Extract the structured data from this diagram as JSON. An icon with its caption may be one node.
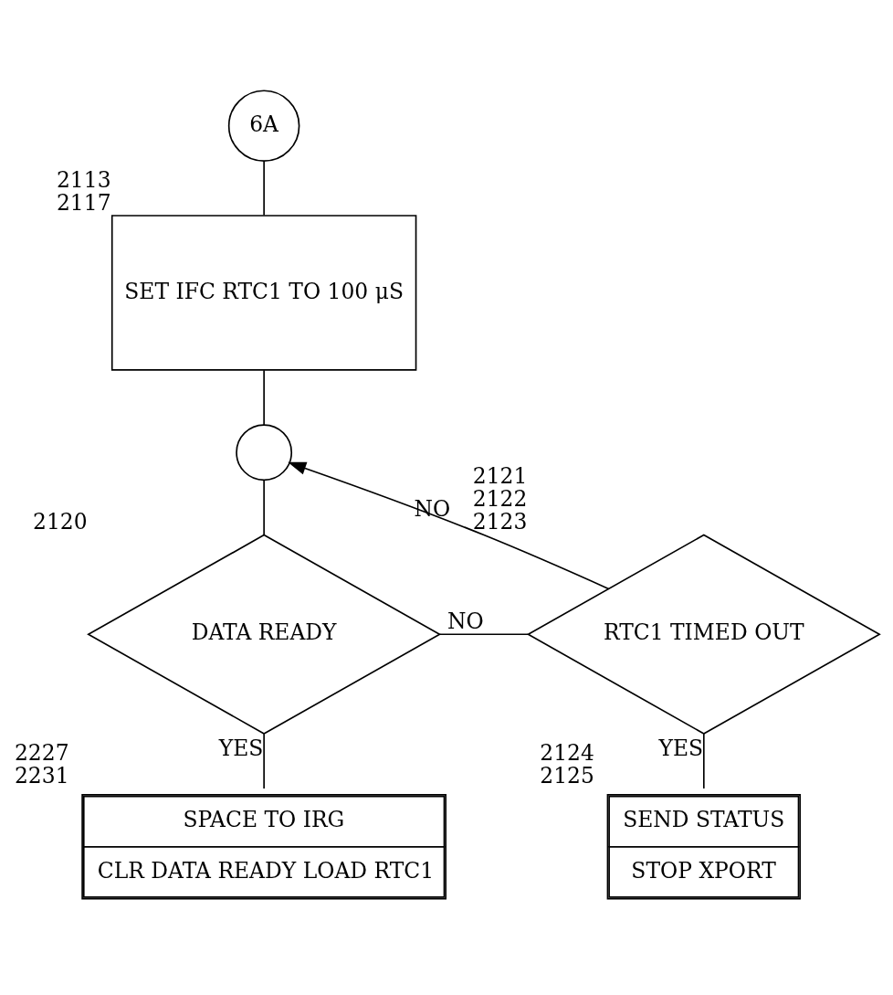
{
  "diagram": {
    "nodes": [
      {
        "text": [
          "6A"
        ]
      },
      {
        "text": [
          "SET IFC RTC1 TO 100 μS"
        ],
        "beside": [
          "2113",
          "2117"
        ]
      },
      {
        "text": [],
        "shape": "circle"
      },
      {
        "text": [
          "DATA READY"
        ],
        "beside": [
          "2120"
        ]
      },
      {
        "text": [
          "RTC1 TIMED OUT"
        ],
        "beside": [
          "2121",
          "2122",
          "2123"
        ]
      },
      {
        "text": [
          "SPACE TO IRG",
          "CLR DATA READY LOAD RTC1"
        ],
        "beside": [
          "2227",
          "2231"
        ]
      },
      {
        "text": [
          "SEND STATUS",
          "STOP XPORT"
        ],
        "beside": [
          "2124",
          "2125"
        ]
      }
    ],
    "edges": [
      {
        "from": 0,
        "to": 1,
        "arrow": "none"
      },
      {
        "from": 1,
        "to": 2,
        "arrow": "none"
      },
      {
        "from": 2,
        "to": 3,
        "arrow": "none"
      },
      {
        "from": 3,
        "to": 4,
        "arrow": "none",
        "label": "NO"
      },
      {
        "from": 3,
        "to": 5,
        "arrow": "none",
        "label": "YES"
      },
      {
        "from": 4,
        "to": 6,
        "arrow": "none",
        "label": "YES"
      },
      {
        "from": 4,
        "to": 2,
        "arrow": "to",
        "label": "NO"
      }
    ]
  }
}
